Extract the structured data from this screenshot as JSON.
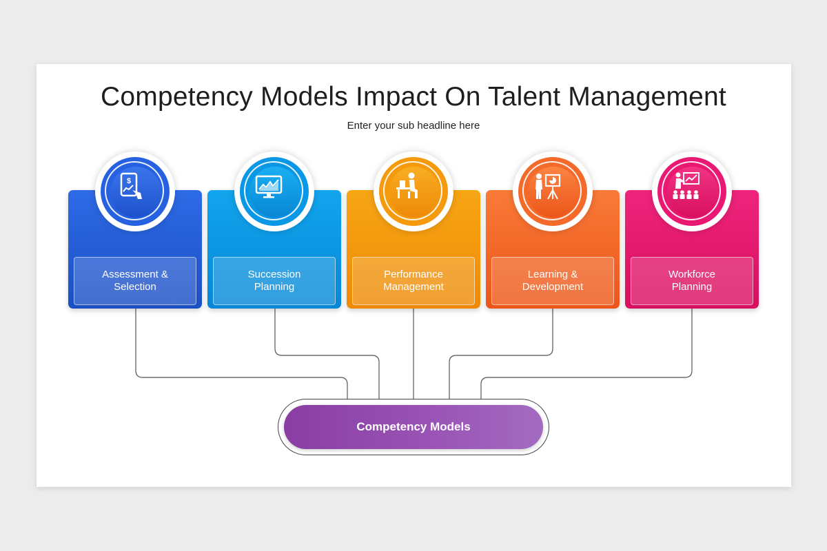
{
  "header": {
    "title": "Competency Models Impact On Talent Management",
    "subtitle": "Enter your sub headline here"
  },
  "cards": [
    {
      "label": "Assessment &\nSelection",
      "icon": "tablet-dollar-chart-icon",
      "color_top": "#2d6be6",
      "color_bottom": "#1c4fc4"
    },
    {
      "label": "Succession\nPlanning",
      "icon": "monitor-chart-icon",
      "color_top": "#12a5ee",
      "color_bottom": "#0787d6"
    },
    {
      "label": "Performance\nManagement",
      "icon": "person-at-desk-icon",
      "color_top": "#f7a614",
      "color_bottom": "#ee8a07"
    },
    {
      "label": "Learning &\nDevelopment",
      "icon": "presenter-board-icon",
      "color_top": "#f97a38",
      "color_bottom": "#ec5619"
    },
    {
      "label": "Workforce\nPlanning",
      "icon": "presenter-audience-icon",
      "color_top": "#ef247c",
      "color_bottom": "#d80f5f"
    }
  ],
  "center": {
    "label": "Competency Models",
    "color": "#9a55b6"
  }
}
